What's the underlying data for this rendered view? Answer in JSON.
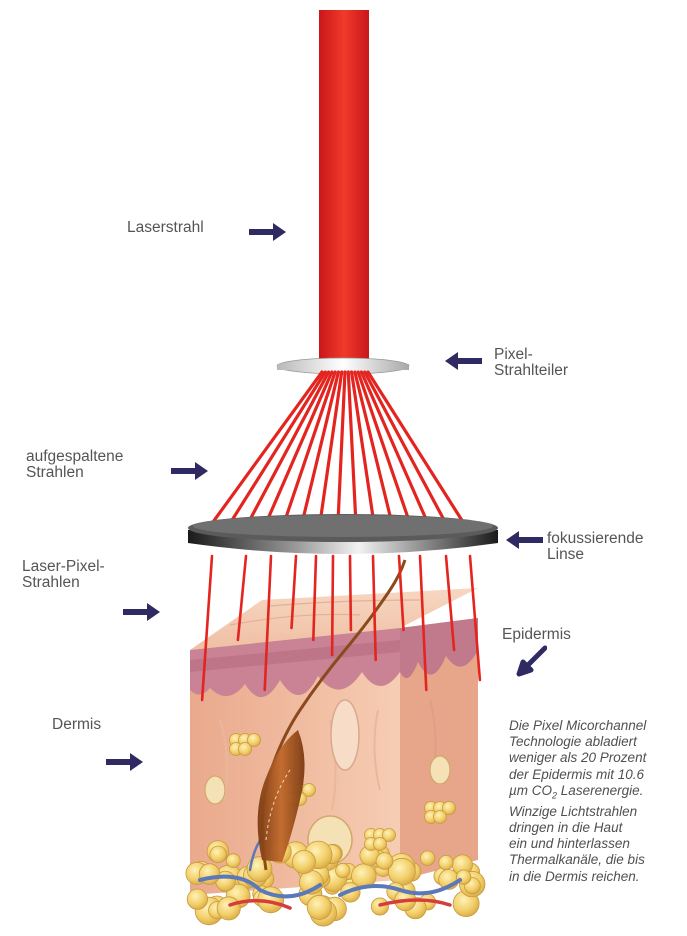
{
  "labels": {
    "laserstrahl": "Laserstrahl",
    "pixel_strahlteiler_1": "Pixel-",
    "pixel_strahlteiler_2": "Strahlteiler",
    "aufgespaltene_1": "aufgespaltene",
    "aufgespaltene_2": "Strahlen",
    "fokussierende_1": "fokussierende",
    "fokussierende_2": "Linse",
    "laser_pixel_1": "Laser-Pixel-",
    "laser_pixel_2": "Strahlen",
    "epidermis": "Epidermis",
    "dermis": "Dermis"
  },
  "description": {
    "line1": "Die Pixel Micorchannel",
    "line2": "Technologie abladiert",
    "line3": "weniger als 20 Prozent",
    "line4": "der Epidermis mit 10.6",
    "line5_pre": "µm CO",
    "line5_sub": "2",
    "line5_post": " Laserenergie.",
    "line6": "Winzige Lichtstrahlen",
    "line7": "dringen in die Haut",
    "line8": "ein und hinterlassen",
    "line9": "Thermalkanäle, die bis",
    "line10": "in die Dermis reichen."
  },
  "colors": {
    "laser": "#e8201e",
    "arrow": "#2f2b62",
    "skin": "#f3c3a6",
    "epidermis": "#c97a88",
    "fat": "#f2cf6a"
  }
}
